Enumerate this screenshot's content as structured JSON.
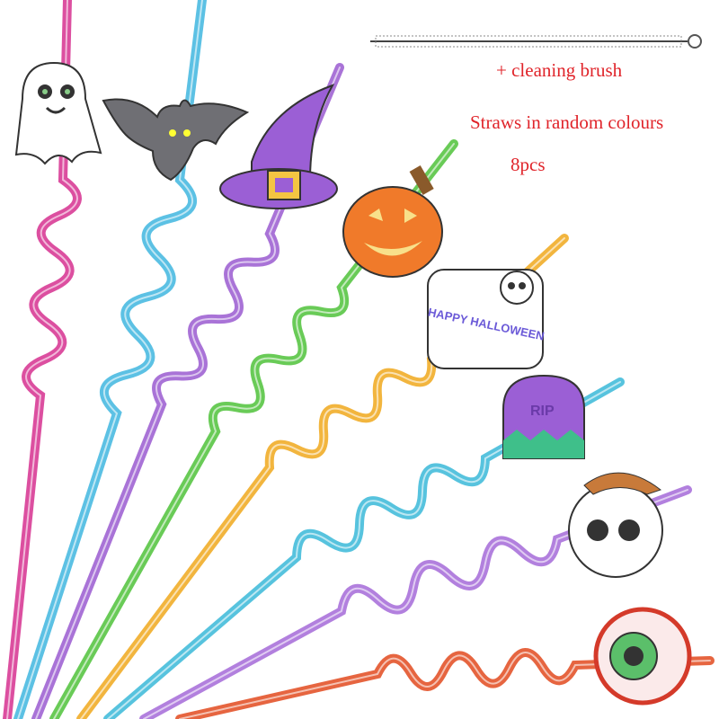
{
  "captions": {
    "brush": "+ cleaning brush",
    "random": "Straws in random colours",
    "count": "8pcs"
  },
  "decor_text": {
    "halloween": "HAPPY HALLOWEEN",
    "tombstone": "RIP"
  },
  "straw_colors": [
    "#d6308f",
    "#3fb6df",
    "#9a5ad0",
    "#4fc23a",
    "#f0a81c",
    "#3ab8d8",
    "#a46ad8",
    "#e24a1e"
  ],
  "accent": "#e0242a"
}
